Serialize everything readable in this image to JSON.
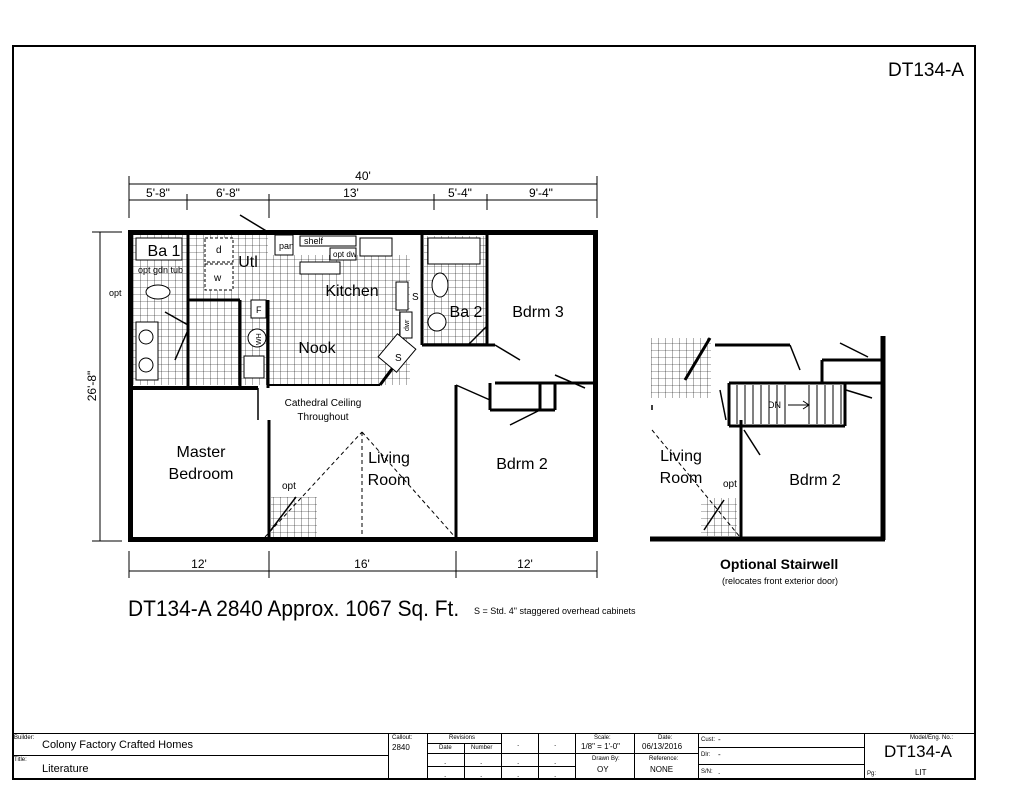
{
  "sheet": {
    "model_code": "DT134-A"
  },
  "plan": {
    "dims_top": {
      "overall": "40'",
      "segments": [
        "5'-8\"",
        "6'-8\"",
        "13'",
        "5'-4\"",
        "9'-4\""
      ]
    },
    "dims_bottom": {
      "segments": [
        "12'",
        "16'",
        "12'"
      ]
    },
    "dim_side": "26'-8\"",
    "rooms": {
      "ba1": "Ba 1",
      "utl": "Utl",
      "kitchen": "Kitchen",
      "nook": "Nook",
      "ba2": "Ba 2",
      "bdrm3": "Bdrm 3",
      "master_1": "Master",
      "master_2": "Bedroom",
      "living_1": "Living",
      "living_2": "Room",
      "bdrm2": "Bdrm 2"
    },
    "labels": {
      "opt_left": "opt",
      "opt_gdn_tub": "opt gdn tub",
      "d": "d",
      "w": "w",
      "pan": "pan",
      "shelf": "shelf",
      "opt_dw": "opt dw",
      "s_a": "S",
      "s_b": "S",
      "dwr": "dwr",
      "f": "F",
      "wh": "WH",
      "ceiling_1": "Cathedral Ceiling",
      "ceiling_2": "Throughout",
      "opt_fp": "opt"
    }
  },
  "title_line": "DT134-A 2840  Approx. 1067 Sq. Ft.",
  "s_note": "S = Std. 4\" staggered overhead cabinets",
  "optional": {
    "title": "Optional Stairwell",
    "subtitle": "(relocates front exterior door)",
    "living_1": "Living",
    "living_2": "Room",
    "opt": "opt",
    "bdrm2": "Bdrm 2",
    "dn": "DN"
  },
  "title_block": {
    "builder_label": "Builder:",
    "builder": "Colony Factory Crafted Homes",
    "title_label": "Title:",
    "title": "Literature",
    "callout_label": "Callout:",
    "callout": "2840",
    "revisions_label": "Revisions",
    "date_label": "Date",
    "number_label": "Number",
    "scale_label": "Scale:",
    "scale": "1/8\" = 1'-0\"",
    "date2_label": "Date:",
    "date": "06/13/2016",
    "drawn_label": "Drawn By:",
    "drawn": "OY",
    "reference_label": "Reference:",
    "reference": "NONE",
    "cust_label": "Cust:",
    "cust": "-",
    "dlr_label": "Dlr:",
    "dlr": "-",
    "sn_label": "S/N:",
    "sn": ".",
    "model_label": "Model/Eng. No.:",
    "model": "DT134-A",
    "pg_label": "Pg:",
    "pg": "LIT",
    "dot": "."
  }
}
